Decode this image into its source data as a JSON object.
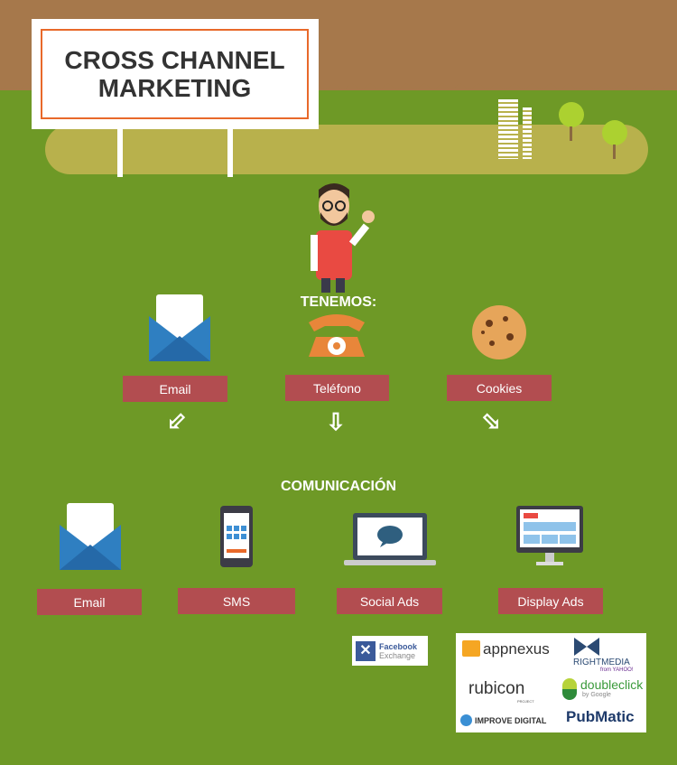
{
  "title": "CROSS CHANNEL\nMARKETING",
  "tenemos": {
    "heading": "TENEMOS:",
    "items": [
      {
        "label": "Email"
      },
      {
        "label": "Teléfono"
      },
      {
        "label": "Cookies"
      }
    ]
  },
  "comunicacion": {
    "heading": "COMUNICACIÓN",
    "items": [
      {
        "label": "Email"
      },
      {
        "label": "SMS"
      },
      {
        "label": "Social Ads"
      },
      {
        "label": "Display Ads"
      }
    ]
  },
  "logos": {
    "facebook": "Facebook",
    "exchange": "Exchange",
    "appnexus": "appnexus",
    "rightmedia": "RIGHTMEDIA",
    "yahoo": "from YAHOO!",
    "rubicon": "rubicon",
    "rubicon_sub": "PROJECT",
    "doubleclick": "doubleclick",
    "google": "by Google",
    "improve": "IMPROVE DIGITAL",
    "pubmatic": "PubMatic"
  }
}
